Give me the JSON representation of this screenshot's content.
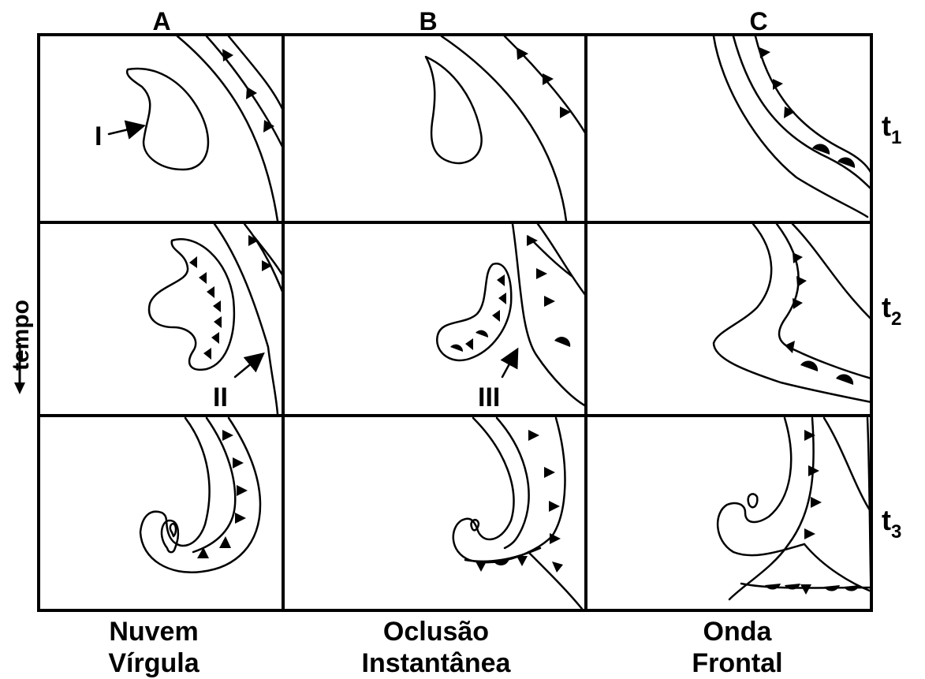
{
  "columns": [
    {
      "letter": "A",
      "caption_line1": "Nuvem",
      "caption_line2": "Vírgula"
    },
    {
      "letter": "B",
      "caption_line1": "Oclusão",
      "caption_line2": "Instantânea"
    },
    {
      "letter": "C",
      "caption_line1": "Onda",
      "caption_line2": "Frontal"
    }
  ],
  "rows": [
    {
      "label": "t",
      "sub": "1"
    },
    {
      "label": "t",
      "sub": "2"
    },
    {
      "label": "t",
      "sub": "3"
    }
  ],
  "axis_label": "tempo",
  "annotations": {
    "I": "I",
    "II": "II",
    "III": "III"
  }
}
